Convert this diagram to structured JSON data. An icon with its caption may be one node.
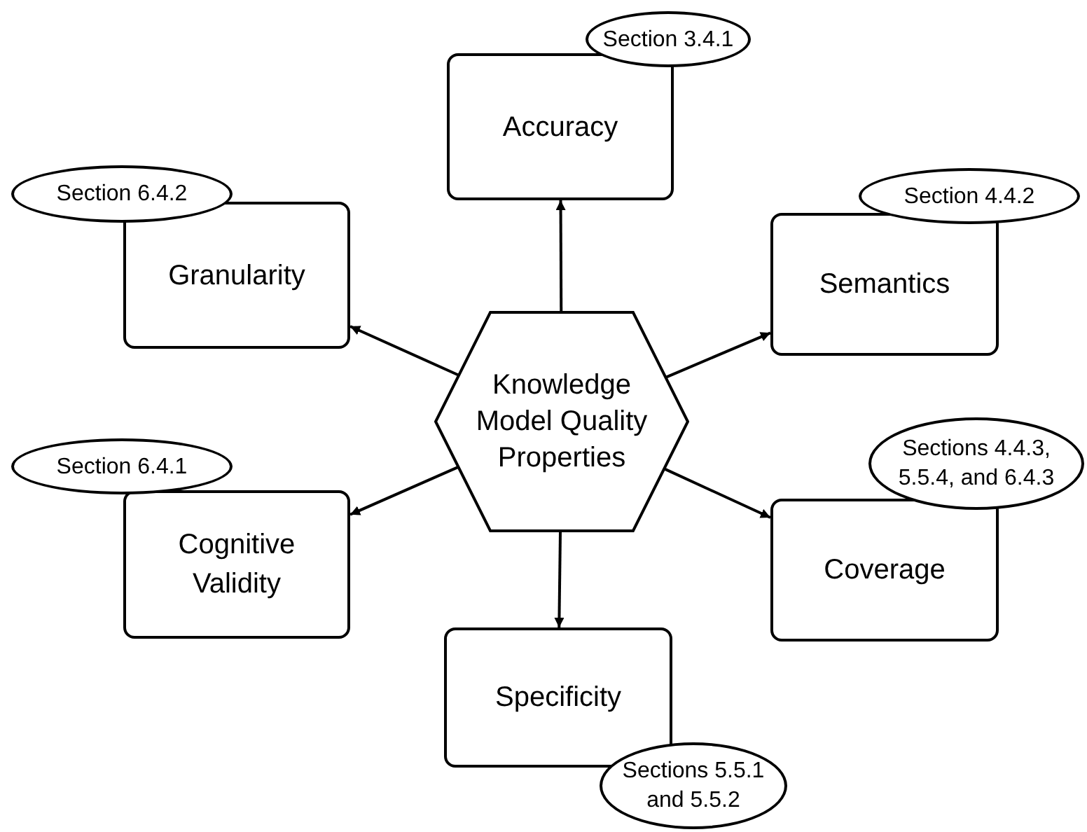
{
  "diagram": {
    "nodes": [
      {
        "text": [
          "Section 3.4.1"
        ]
      },
      {
        "text": [
          "Accuracy"
        ]
      },
      {
        "text": [
          "Section 6.4.2"
        ]
      },
      {
        "text": [
          "Granularity"
        ]
      },
      {
        "text": [
          "Section 4.4.2"
        ]
      },
      {
        "text": [
          "Semantics"
        ]
      },
      {
        "text": [
          "Knowledge Model Quality Properties"
        ]
      },
      {
        "text": [
          "Section 6.4.1"
        ]
      },
      {
        "text": [
          "Cognitive Validity"
        ]
      },
      {
        "text": [
          "Sections 4.4.3, 5.5.4, and 6.4.3"
        ]
      },
      {
        "text": [
          "Coverage"
        ]
      },
      {
        "text": [
          "Specificity"
        ]
      },
      {
        "text": [
          "Sections 5.5.1 and 5.5.2"
        ]
      }
    ],
    "edges": [
      {
        "from": 6,
        "to": 1,
        "arrow": "to"
      },
      {
        "from": 6,
        "to": 3,
        "arrow": "to"
      },
      {
        "from": 6,
        "to": 5,
        "arrow": "to"
      },
      {
        "from": 6,
        "to": 8,
        "arrow": "to"
      },
      {
        "from": 6,
        "to": 10,
        "arrow": "to"
      },
      {
        "from": 6,
        "to": 11,
        "arrow": "to"
      }
    ]
  }
}
